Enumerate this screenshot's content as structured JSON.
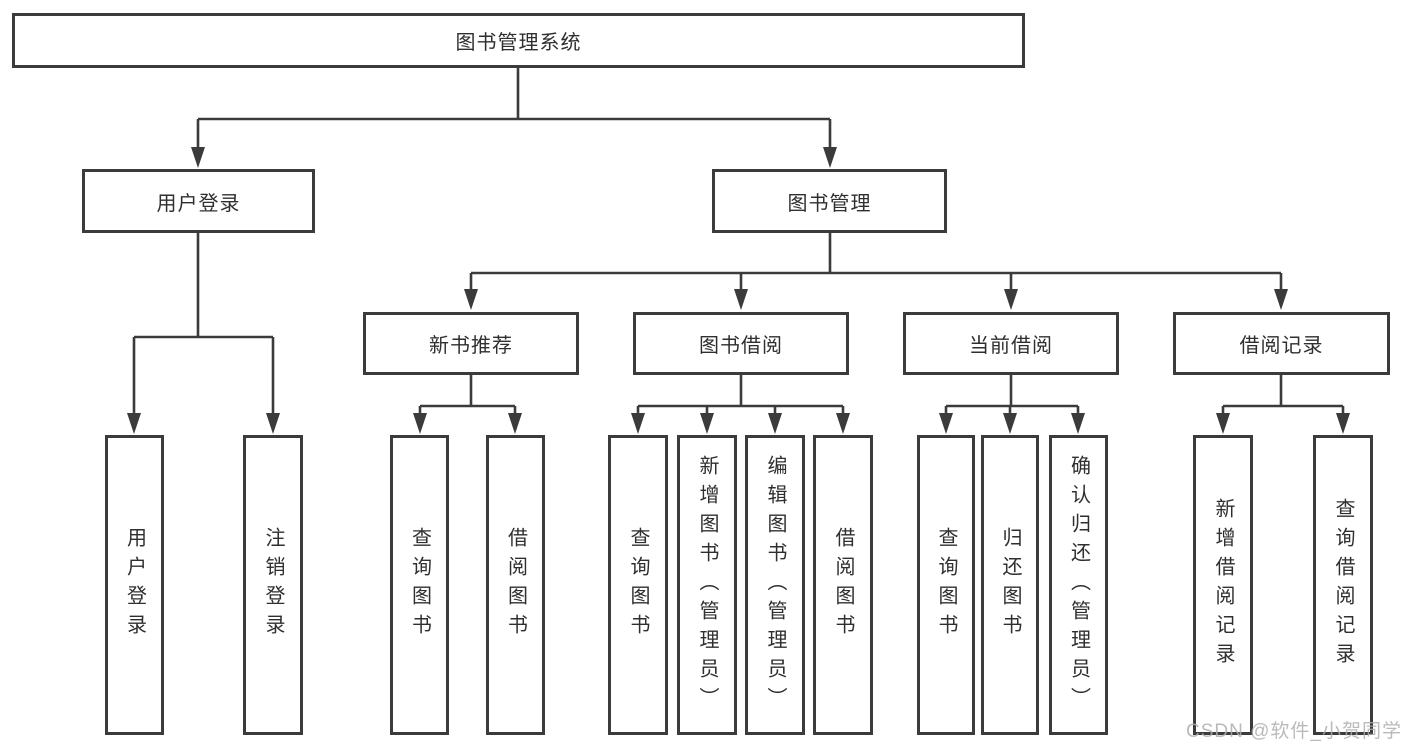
{
  "diagram": {
    "root": {
      "label": "图书管理系统"
    },
    "level2": [
      {
        "label": "用户登录"
      },
      {
        "label": "图书管理"
      }
    ],
    "level3": [
      {
        "label": "新书推荐"
      },
      {
        "label": "图书借阅"
      },
      {
        "label": "当前借阅"
      },
      {
        "label": "借阅记录"
      }
    ],
    "leaves": {
      "user_login": [
        "用户登录",
        "注销登录"
      ],
      "new_book_rec": [
        "查询图书",
        "借阅图书"
      ],
      "book_borrow": [
        "查询图书",
        "新增图书（管理员）",
        "编辑图书（管理员）",
        "借阅图书"
      ],
      "current_borrow": [
        "查询图书",
        "归还图书",
        "确认归还（管理员）"
      ],
      "borrow_records": [
        "新增借阅记录",
        "查询借阅记录"
      ]
    }
  },
  "watermark": "CSDN @软件_小贺同学",
  "colors": {
    "line": "#3b3b3b",
    "text": "#2f2f2f",
    "watermark": "#afafaf",
    "background": "#ffffff"
  }
}
